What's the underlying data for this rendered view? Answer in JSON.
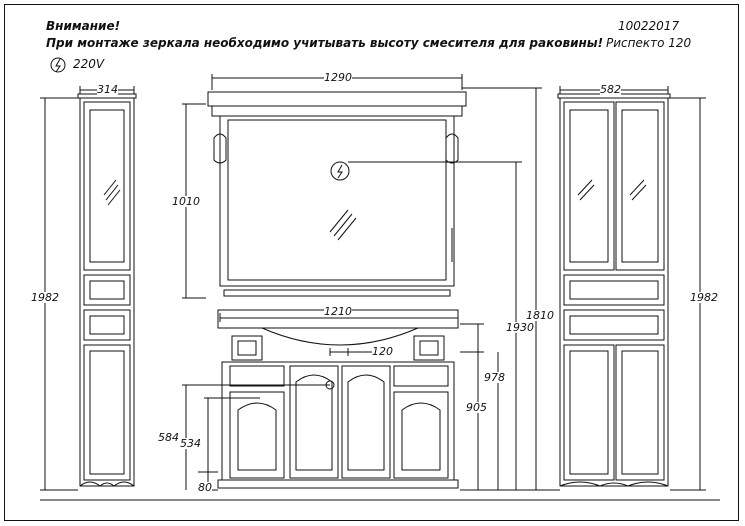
{
  "notice": {
    "title": "Внимание!",
    "text": "При монтаже зеркала необходимо учитывать высоту смесителя для раковины!",
    "voltage": "220V"
  },
  "product": {
    "code": "10022017",
    "name": "Риспекто 120"
  },
  "dimensions": {
    "left_cabinet_width": "314",
    "left_cabinet_height": "1982",
    "mirror_width": "1290",
    "mirror_height": "1010",
    "basin_width": "1210",
    "tap_offset": "120",
    "right_cabinet_width": "582",
    "right_cabinet_height": "1982",
    "socket_height": "1810",
    "mirror_top_height": "1930",
    "basin_top_height": "978",
    "vanity_body_height": "905",
    "outlet_height_1": "584",
    "outlet_height_2": "534",
    "plinth_height": "80"
  }
}
